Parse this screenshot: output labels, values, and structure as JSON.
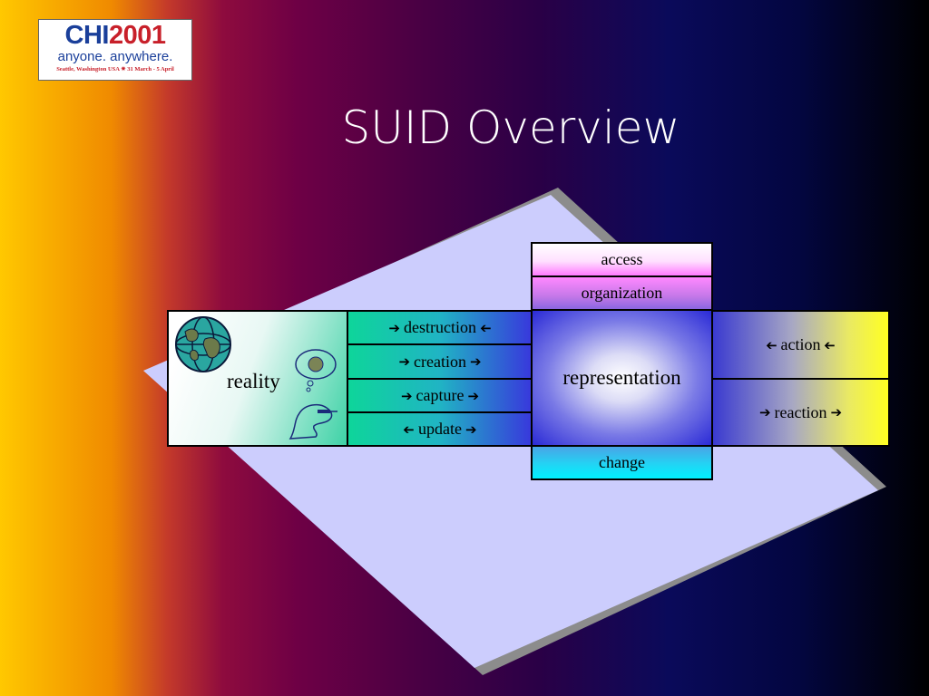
{
  "logo": {
    "chi": "CHI",
    "year": "2001",
    "tagline": "anyone. anywhere.",
    "place": "Seattle, Washington  USA ✷ 31 March - 5 April"
  },
  "title": "SUID Overview",
  "diagram": {
    "reality": "reality",
    "relations": {
      "destruction": {
        "label": "destruction",
        "left": "➔",
        "right": "➔"
      },
      "creation": {
        "label": "creation",
        "left": "➔",
        "right": "➔"
      },
      "capture": {
        "label": "capture",
        "left": "➔",
        "right": "➔"
      },
      "update": {
        "label": "update",
        "left": "➔",
        "right": "➔"
      }
    },
    "access": "access",
    "organization": "organization",
    "representation": "representation",
    "change": "change",
    "action": {
      "label": "action",
      "left": "➔",
      "right": "➔"
    },
    "reaction": {
      "label": "reaction",
      "left": "➔",
      "right": "➔"
    }
  },
  "colors": {
    "plane": "#cccdfd",
    "plane_shadow": "#8c8c8c"
  }
}
